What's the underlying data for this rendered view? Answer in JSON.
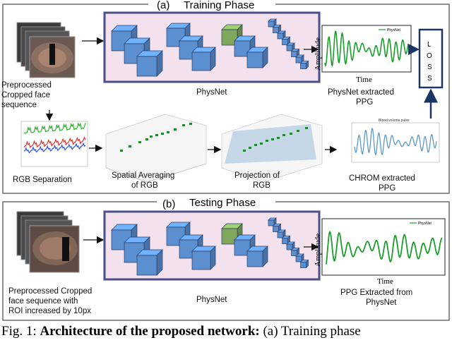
{
  "training": {
    "phase_label": "(a)",
    "title": "Training Phase",
    "input_label": [
      "Preprocessed",
      "Cropped face",
      "sequence"
    ],
    "network_label": "PhysNet",
    "ppg_label": [
      "PhysNet extracted",
      "PPG"
    ],
    "plot_ylabel": "Amplitude",
    "plot_xlabel": "Time",
    "plot_legend": "PhysNet",
    "loss_letters": [
      "L",
      "O",
      "S",
      "S"
    ],
    "rgb_label": "RGB Separation",
    "spatial_label": [
      "Spatial Averaging",
      "of RGB"
    ],
    "projection_label": [
      "Projection of",
      "RGB"
    ],
    "chrom_label": [
      "CHROM extracted",
      "PPG"
    ],
    "chrom_plot_title": "Blood volume pulse"
  },
  "testing": {
    "phase_label": "(b)",
    "title": "Testing Phase",
    "input_label": [
      "Preprocessed Cropped",
      "face sequence with",
      "ROI increased by 10px"
    ],
    "network_label": "PhysNet",
    "ppg_label": [
      "PPG Extracted from",
      "PhysNet"
    ],
    "plot_ylabel": "Amplitude",
    "plot_xlabel": "Time",
    "plot_legend": "PhysNet"
  },
  "caption": {
    "prefix": "Fig. 1: ",
    "bold": "Architecture of the proposed network:",
    "rest": " (a) Training phase"
  },
  "colors": {
    "cube_blue": "#5b8fd0",
    "cube_green": "#7fa85e",
    "network_fill": "#f3e2ed",
    "network_border": "#4a4f88",
    "physnet_signal": "#1a9e2a",
    "chrom_signal": "#5a98c8",
    "scatter_point": "#1f8a2a"
  }
}
